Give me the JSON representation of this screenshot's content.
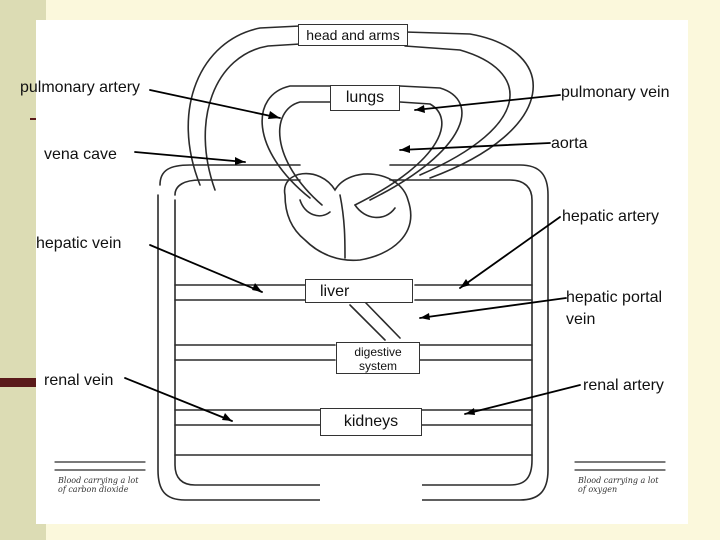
{
  "labels": {
    "head_and_arms": "head and arms",
    "lungs": "lungs",
    "liver": "liver",
    "digestive_system": "digestive system",
    "kidneys": "kidneys",
    "pulmonary_artery": "pulmonary artery",
    "pulmonary_vein": "pulmonary vein",
    "vena_cave": "vena cave",
    "aorta": "aorta",
    "hepatic_artery": "hepatic artery",
    "hepatic_vein": "hepatic vein",
    "hepatic_portal_vein": "hepatic portal vein",
    "renal_vein": "renal vein",
    "renal_artery": "renal artery"
  },
  "legend": {
    "left": "Blood carrying a lot of carbon dioxide",
    "right": "Blood carrying a lot of oxygen"
  },
  "colors": {
    "background": "#fbf8dc",
    "left_band": "#dcdcb4",
    "accent_rule": "#5a1a1a",
    "vessel_outline": "#2b2b2b"
  }
}
